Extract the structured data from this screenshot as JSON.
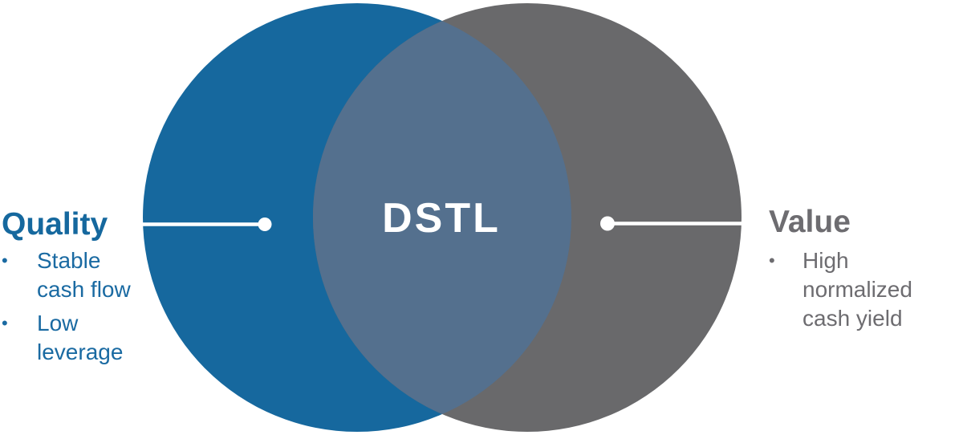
{
  "diagram": {
    "type": "venn",
    "center_label": "DSTL",
    "bullet_glyph": "•",
    "left_circle": {
      "label": "Quality",
      "bullets": [
        "Stable cash flow",
        "Low leverage"
      ],
      "fill_color": "#16689E",
      "text_color": "#15689E"
    },
    "right_circle": {
      "label": "Value",
      "bullets": [
        "High normalized cash yield"
      ],
      "fill_color": "#69696B",
      "text_color": "#6D6C70"
    },
    "overlap": {
      "fill_color": "#54708E",
      "label_color": "#FFFFFF"
    },
    "connector_color": "#FFFFFF"
  }
}
